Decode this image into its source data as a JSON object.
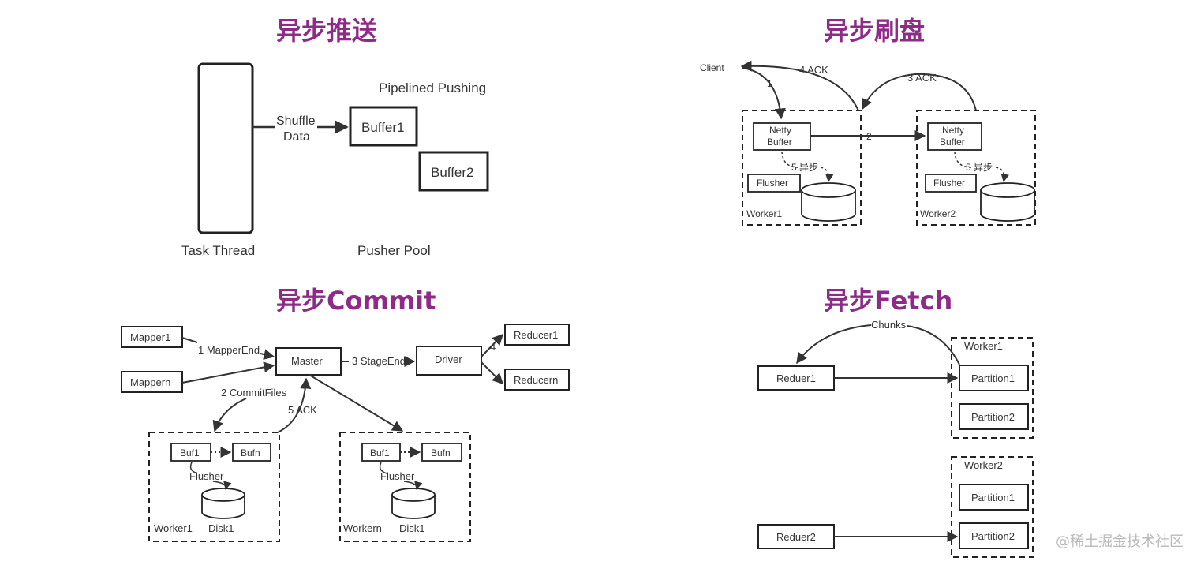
{
  "colors": {
    "title": "#8e2a88",
    "stroke": "#333333",
    "text": "#333333",
    "watermark": "#b9b9b9"
  },
  "async_push": {
    "title": "异步推送",
    "task_thread": "Task Thread",
    "shuffle": "Shuffle",
    "data": "Data",
    "pipelined": "Pipelined Pushing",
    "buffer1": "Buffer1",
    "buffer2": "Buffer2",
    "pusher_pool": "Pusher Pool"
  },
  "async_flush": {
    "title": "异步刷盘",
    "client": "Client",
    "ack4": "4 ACK",
    "ack3": "3 ACK",
    "step1": "1",
    "step2": "2",
    "netty_buffer_line1": "Netty",
    "netty_buffer_line2": "Buffer",
    "async5": "5 异步",
    "flusher": "Flusher",
    "worker1": "Worker1",
    "worker2": "Worker2"
  },
  "async_commit": {
    "title": "异步Commit",
    "mapper1": "Mapper1",
    "mappern": "Mappern",
    "mapper_end": "1 MapperEnd",
    "master": "Master",
    "stage_end": "3 StageEnd",
    "driver": "Driver",
    "step4": "4",
    "reducer1": "Reducer1",
    "reducern": "Reducern",
    "commit_files": "2 CommitFiles",
    "ack5": "5 ACK",
    "buf1": "Buf1",
    "bufn": "Bufn",
    "flusher": "Flusher",
    "worker1": "Worker1",
    "workern": "Workern",
    "disk1": "Disk1"
  },
  "async_fetch": {
    "title": "异步Fetch",
    "chunks": "Chunks",
    "reduer1": "Reduer1",
    "reduer2": "Reduer2",
    "worker1": "Worker1",
    "worker2": "Worker2",
    "partition1": "Partition1",
    "partition2": "Partition2"
  },
  "watermark": "@稀土掘金技术社区"
}
